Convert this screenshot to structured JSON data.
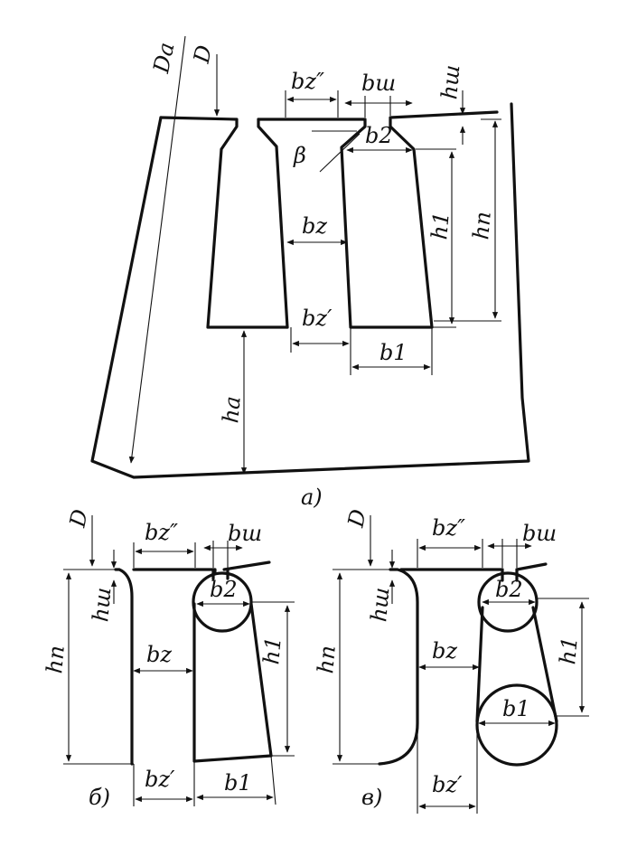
{
  "labels": {
    "Da": "Da",
    "D": "D",
    "bz_dd": "bz″",
    "bz": "bz",
    "bz_d": "bz′",
    "bsh": "bш",
    "hsh": "hш",
    "b2": "b2",
    "b1": "b1",
    "beta": "β",
    "h1": "h1",
    "hn": "hn",
    "ha": "ha"
  },
  "captions": {
    "a": "а)",
    "b": "б)",
    "v": "в)"
  }
}
